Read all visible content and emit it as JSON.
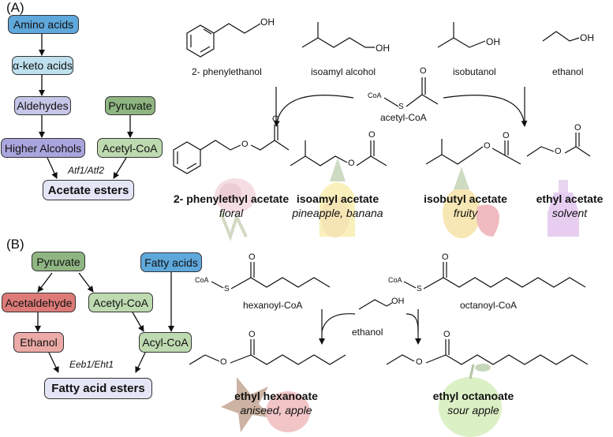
{
  "panel_a": {
    "label": "(A)",
    "pathway": {
      "amino_acids": "Amino acids",
      "keto_acids": "α-keto acids",
      "aldehydes": "Aldehydes",
      "pyruvate": "Pyruvate",
      "higher_alcohols": "Higher Alcohols",
      "acetyl_coa": "Acetyl-CoA",
      "enzymes": "Atf1/Atf2",
      "product": "Acetate esters"
    },
    "alcohols": [
      "2- phenylethanol",
      "isoamyl alcohol",
      "isobutanol",
      "ethanol"
    ],
    "reagent": "acetyl-CoA",
    "esters": [
      {
        "name": "2- phenylethyl acetate",
        "aroma": "floral"
      },
      {
        "name": "isoamyl acetate",
        "aroma": "pineapple, banana"
      },
      {
        "name": "isobutyl acetate",
        "aroma": "fruity"
      },
      {
        "name": "ethyl acetate",
        "aroma": "solvent"
      }
    ]
  },
  "panel_b": {
    "label": "(B)",
    "pathway": {
      "pyruvate": "Pyruvate",
      "fatty_acids": "Fatty acids",
      "acetaldehyde": "Acetaldehyde",
      "acetyl_coa": "Acetyl-CoA",
      "ethanol": "Ethanol",
      "acyl_coa": "Acyl-CoA",
      "enzymes": "Eeb1/Eht1",
      "product": "Fatty acid esters"
    },
    "acyl_coas": [
      "hexanoyl-CoA",
      "octanoyl-CoA"
    ],
    "reagent": "ethanol",
    "esters": [
      {
        "name": "ethyl hexanoate",
        "aroma": "aniseed, apple"
      },
      {
        "name": "ethyl octanoate",
        "aroma": "sour apple"
      }
    ]
  },
  "chem": {
    "oh": "OH",
    "coa": "CoA",
    "s": "S",
    "o": "O"
  },
  "colors": {
    "blue": "#5fa8dc",
    "light_blue": "#bfe0ee",
    "lavender": "#c6c6e8",
    "purple": "#a9a6de",
    "green": "#8fb682",
    "light_green": "#bedab0",
    "red": "#dd7b78",
    "pink": "#ebaaa6",
    "product": "#e4e5f5"
  }
}
